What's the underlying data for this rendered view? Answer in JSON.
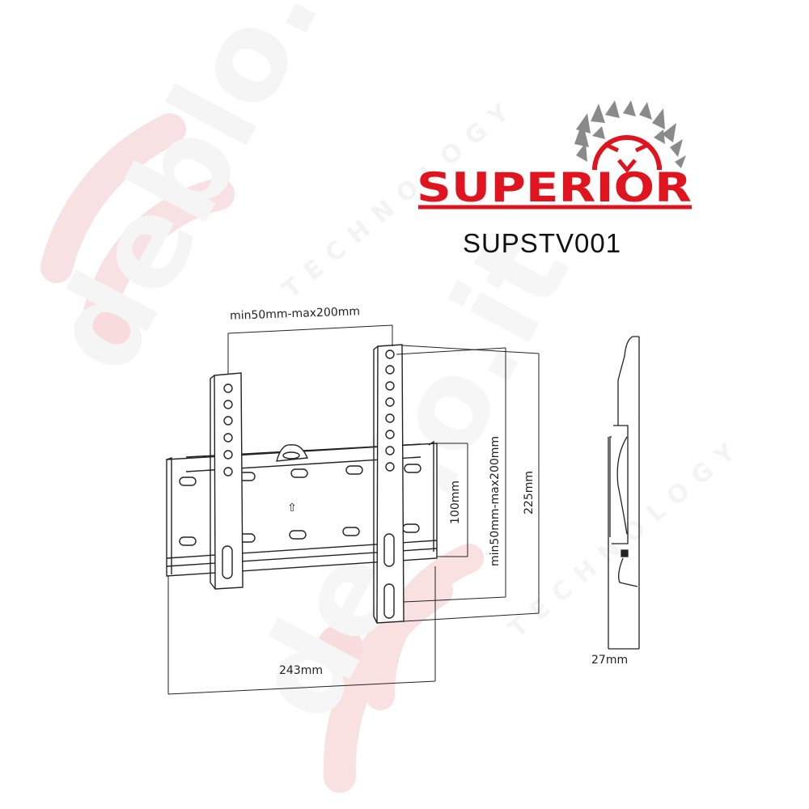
{
  "brand": {
    "name": "SUPERIOR",
    "color": "#e0141e",
    "emblem_color": "#8a8a8a",
    "model": "SUPSTV001"
  },
  "watermarks": [
    {
      "text": "deblo.it",
      "subtext": "TECHNOLOGY",
      "color": "#f6d9da"
    },
    {
      "text": "deblo.it",
      "subtext": "TECHNOLOGY",
      "color": "#f6d9da"
    }
  ],
  "dimensions": {
    "horizontal_vesa": "min50mm-max200mm",
    "vertical_vesa": "min50mm-max200mm",
    "plate_height": "100mm",
    "total_height": "225mm",
    "total_width": "243mm",
    "depth": "27mm"
  },
  "diagram": {
    "front_view": "Fixed TV wall mount bracket - front view",
    "side_view": "Side profile view",
    "up_arrow": "⇧"
  }
}
